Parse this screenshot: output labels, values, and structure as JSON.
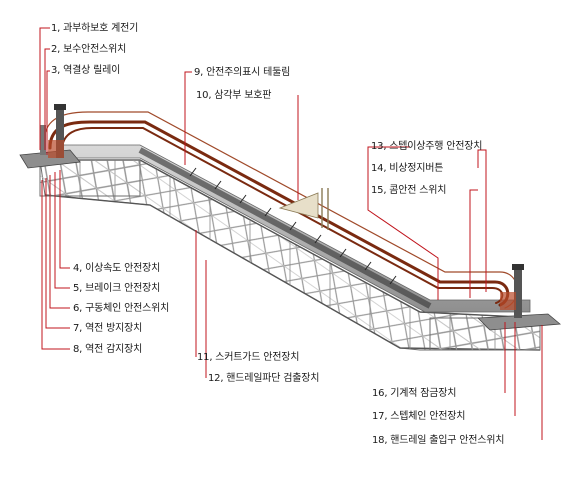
{
  "labels": {
    "l1": "1, 과부하보호 계전기",
    "l2": "2, 보수안전스위치",
    "l3": "3, 역결상 릴레이",
    "l4": "4, 이상속도 안전장치",
    "l5": "5, 브레이크 안전장치",
    "l6": "6, 구동체인 안전스위치",
    "l7": "7, 역전 방지장치",
    "l8": "8, 역전 감지장치",
    "l9": "9, 안전주의표시 테둘림",
    "l10": "10, 삼각부 보호판",
    "l11": "11, 스커트가드 안전장치",
    "l12": "12, 핸드레일파단 검출장치",
    "l13": "13, 스텝이상주행 안전장치",
    "l14": "14, 비상정지버튼",
    "l15": "15, 콤안전 스위치",
    "l16": "16, 기계적 잠금장치",
    "l17": "17, 스텝체인 안전장치",
    "l18": "18, 핸드레일 출입구 안전스위치"
  },
  "colors": {
    "leader": "#c0141c",
    "leader_dark": "#222222",
    "truss": "#b8b8b8",
    "truss_dark": "#6d6d6d",
    "handrail": "#7a2a10",
    "steps": "#4a4a4a",
    "triangle_plate": "#e7dfc9"
  }
}
